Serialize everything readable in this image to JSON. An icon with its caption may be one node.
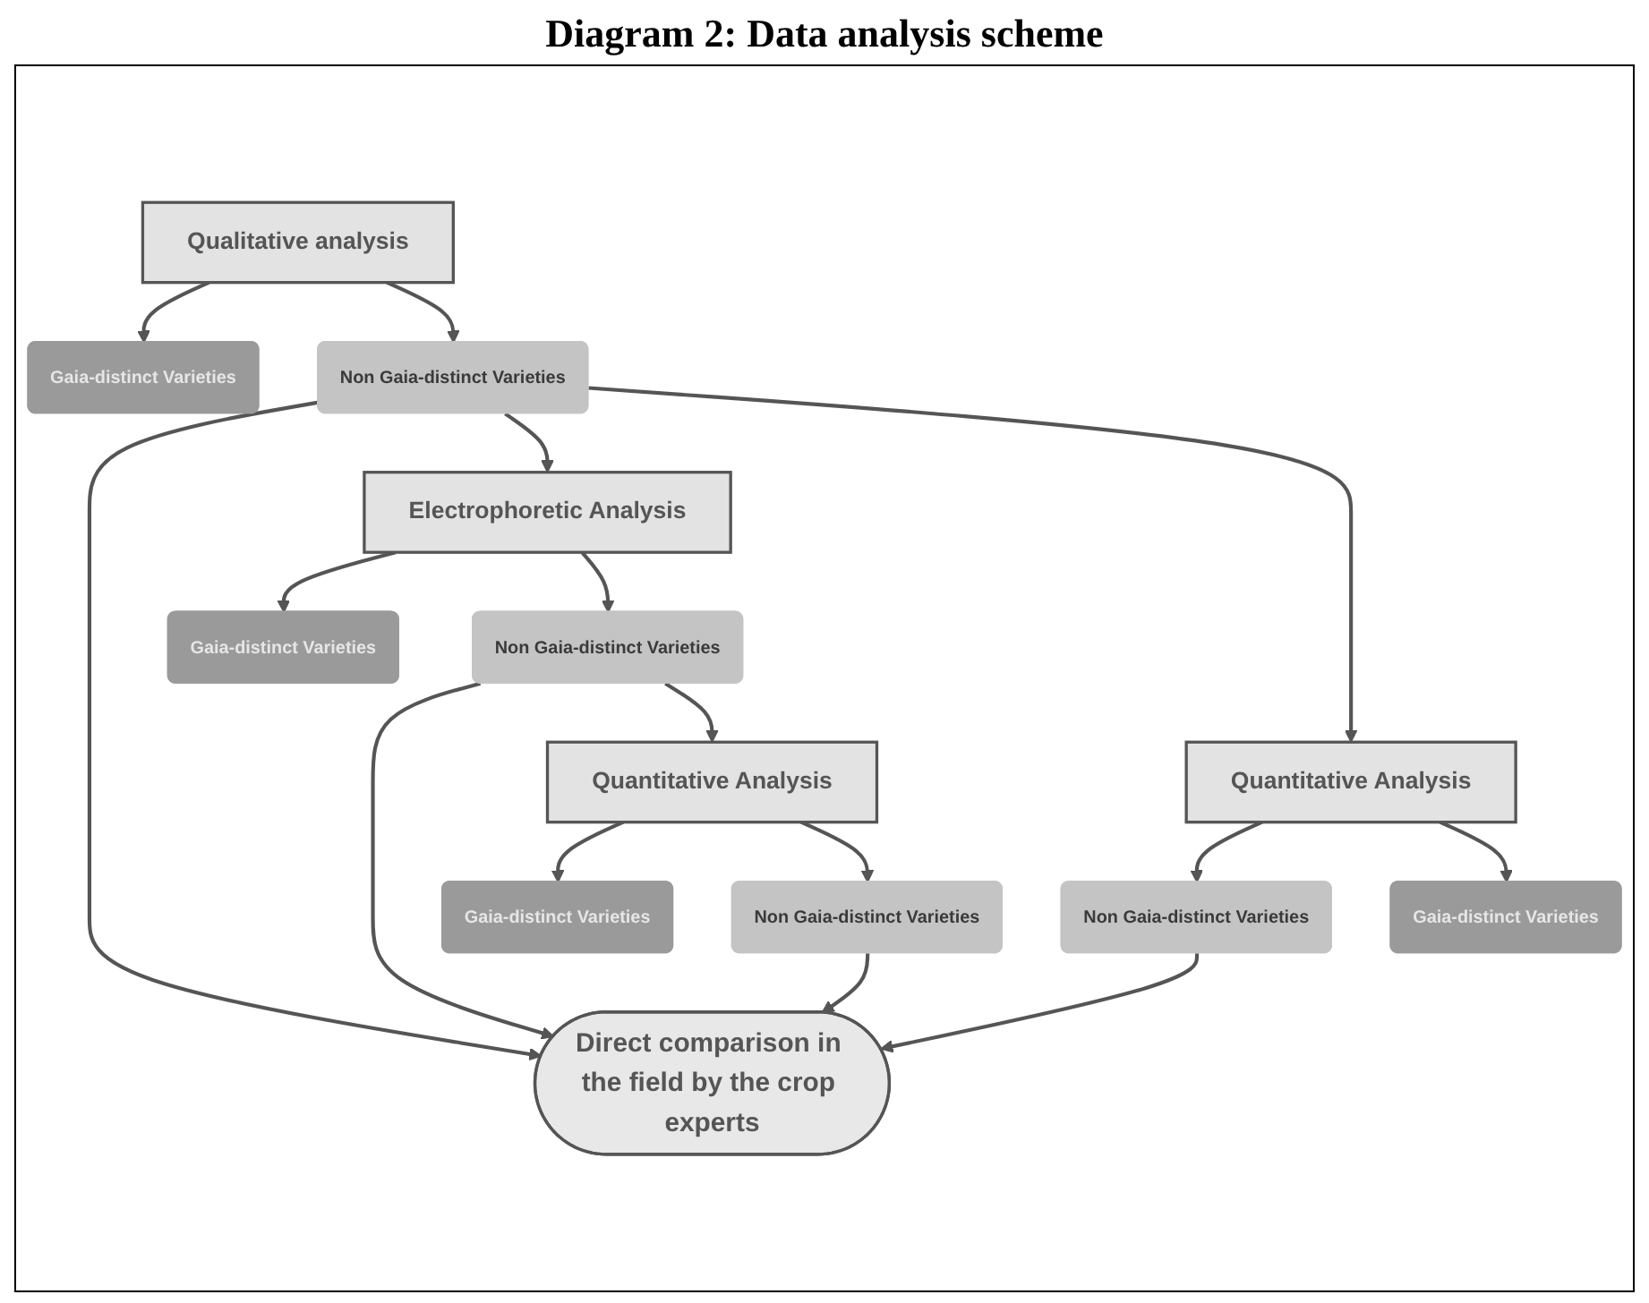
{
  "diagram": {
    "title": "Diagram 2:  Data analysis scheme",
    "nodes": [
      {
        "text": [
          "Qualitative analysis"
        ]
      },
      {
        "text": [
          "Gaia-distinct Varieties"
        ]
      },
      {
        "text": [
          "Non Gaia-distinct Varieties"
        ]
      },
      {
        "text": [
          "Electrophoretic Analysis"
        ]
      },
      {
        "text": [
          "Quantitative Analysis"
        ]
      },
      {
        "text": [
          "Gaia-distinct Varieties"
        ]
      },
      {
        "text": [
          "Non Gaia-distinct Varieties"
        ]
      },
      {
        "text": [
          "Non Gaia-distinct Varieties"
        ]
      },
      {
        "text": [
          "Gaia-distinct Varieties"
        ]
      },
      {
        "text": [
          "Quantitative Analysis"
        ]
      },
      {
        "text": [
          "Gaia-distinct Varieties"
        ]
      },
      {
        "text": [
          "Non Gaia-distinct Varieties"
        ]
      },
      {
        "text": [
          "Direct comparison in the field by the crop experts"
        ]
      }
    ],
    "edges": [
      {
        "from": 0,
        "to": 1,
        "arrow": "to"
      },
      {
        "from": 0,
        "to": 2,
        "arrow": "to"
      },
      {
        "from": 2,
        "to": 12,
        "arrow": "to"
      },
      {
        "from": 2,
        "to": 3,
        "arrow": "to"
      },
      {
        "from": 2,
        "to": 4,
        "arrow": "to"
      },
      {
        "from": 3,
        "to": 5,
        "arrow": "to"
      },
      {
        "from": 3,
        "to": 6,
        "arrow": "to"
      },
      {
        "from": 4,
        "to": 7,
        "arrow": "to"
      },
      {
        "from": 4,
        "to": 8,
        "arrow": "to"
      },
      {
        "from": 6,
        "to": 12,
        "arrow": "to"
      },
      {
        "from": 6,
        "to": 9,
        "arrow": "to"
      },
      {
        "from": 9,
        "to": 10,
        "arrow": "to"
      },
      {
        "from": 9,
        "to": 11,
        "arrow": "to"
      },
      {
        "from": 11,
        "to": 12,
        "arrow": "to"
      },
      {
        "from": 7,
        "to": 12,
        "arrow": "to"
      }
    ]
  }
}
